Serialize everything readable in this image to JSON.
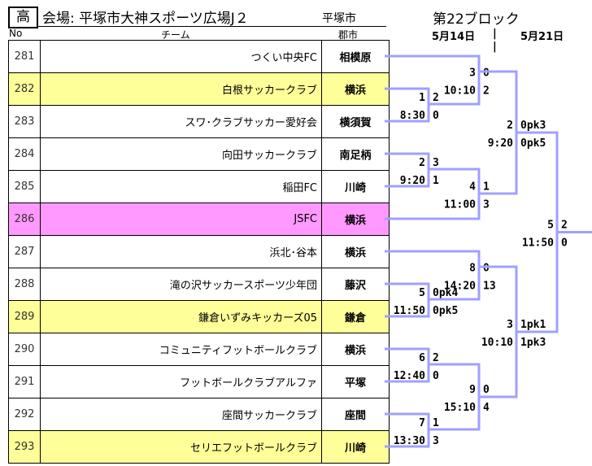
{
  "header": {
    "grade": "高",
    "venue": "会場: 平塚市大神スポーツ広場J２",
    "host_city": "平塚市",
    "block": "第22ブロック",
    "col_no": "No",
    "col_team": "チーム",
    "col_city": "郡市",
    "date1": "5月14日",
    "date2": "5月21日",
    "sep": "|"
  },
  "colors": {
    "line": "#a0a0ff",
    "yellow": "#ffff99",
    "pink": "#ff99ff"
  },
  "teams": [
    {
      "no": "281",
      "name": "つくい中央FC",
      "city": "相模原",
      "hl": ""
    },
    {
      "no": "282",
      "name": "白根サッカークラブ",
      "city": "横浜",
      "hl": "yellow"
    },
    {
      "no": "283",
      "name": "スワ･クラブサッカー愛好会",
      "city": "横須賀",
      "hl": ""
    },
    {
      "no": "284",
      "name": "向田サッカークラブ",
      "city": "南足柄",
      "hl": ""
    },
    {
      "no": "285",
      "name": "稲田FC",
      "city": "川崎",
      "hl": ""
    },
    {
      "no": "286",
      "name": "JSFC",
      "city": "横浜",
      "hl": "pink"
    },
    {
      "no": "287",
      "name": "浜北･谷本",
      "city": "横浜",
      "hl": ""
    },
    {
      "no": "288",
      "name": "滝の沢サッカースポーツ少年団",
      "city": "藤沢",
      "hl": ""
    },
    {
      "no": "289",
      "name": "鎌倉いずみキッカーズ05",
      "city": "鎌倉",
      "hl": "yellow"
    },
    {
      "no": "290",
      "name": "コミュニティフットボールクラブ",
      "city": "横浜",
      "hl": ""
    },
    {
      "no": "291",
      "name": "フットボールクラブアルファ",
      "city": "平塚",
      "hl": ""
    },
    {
      "no": "292",
      "name": "座間サッカークラブ",
      "city": "座間",
      "hl": ""
    },
    {
      "no": "293",
      "name": "セリエフットボールクラブ",
      "city": "川崎",
      "hl": "yellow"
    }
  ],
  "matches": [
    {
      "num": "1",
      "time": "8:30",
      "s1": "2",
      "s2": "0"
    },
    {
      "num": "3",
      "time": "10:10",
      "s1": "0",
      "s2": "2"
    },
    {
      "num": "2",
      "time": "9:20",
      "s1": "3",
      "s2": "1"
    },
    {
      "num": "4",
      "time": "11:00",
      "s1": "1",
      "s2": "3"
    },
    {
      "num": "2",
      "time": "9:20",
      "s1": "0pk3",
      "s2": "0pk5"
    },
    {
      "num": "5",
      "time": "11:50",
      "s1": "0pk4",
      "s2": "0pk5"
    },
    {
      "num": "8",
      "time": "14:20",
      "s1": "0",
      "s2": "13"
    },
    {
      "num": "6",
      "time": "12:40",
      "s1": "2",
      "s2": "0"
    },
    {
      "num": "7",
      "time": "13:30",
      "s1": "1",
      "s2": "3"
    },
    {
      "num": "9",
      "time": "15:10",
      "s1": "0",
      "s2": "4"
    },
    {
      "num": "3",
      "time": "10:10",
      "s1": "1pk1",
      "s2": "1pk3"
    },
    {
      "num": "5",
      "time": "11:50",
      "s1": "2",
      "s2": "0"
    }
  ]
}
